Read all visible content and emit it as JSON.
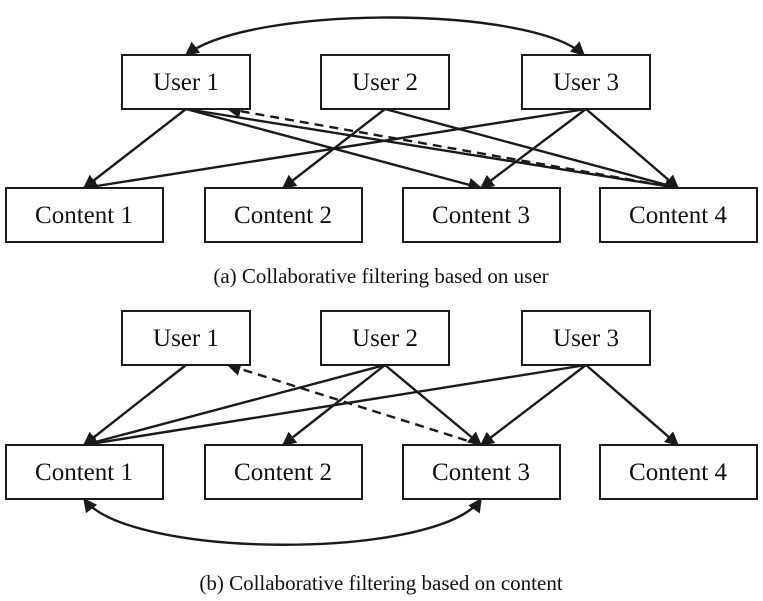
{
  "panel_a": {
    "caption": "(a) Collaborative filtering based on user",
    "users": [
      {
        "id": "u1",
        "label": "User 1"
      },
      {
        "id": "u2",
        "label": "User 2"
      },
      {
        "id": "u3",
        "label": "User 3"
      }
    ],
    "contents": [
      {
        "id": "c1",
        "label": "Content 1"
      },
      {
        "id": "c2",
        "label": "Content 2"
      },
      {
        "id": "c3",
        "label": "Content 3"
      },
      {
        "id": "c4",
        "label": "Content 4"
      }
    ],
    "edges": [
      {
        "from": "u1",
        "to": "c1",
        "style": "solid"
      },
      {
        "from": "u1",
        "to": "c3",
        "style": "solid"
      },
      {
        "from": "u1",
        "to": "c4",
        "style": "solid"
      },
      {
        "from": "u2",
        "to": "c2",
        "style": "solid"
      },
      {
        "from": "u3",
        "to": "c1",
        "style": "solid"
      },
      {
        "from": "u3",
        "to": "c3",
        "style": "solid"
      },
      {
        "from": "u3",
        "to": "c4",
        "style": "solid"
      },
      {
        "from": "u2",
        "to": "c4",
        "style": "solid"
      },
      {
        "from": "c4",
        "to": "u1",
        "style": "dashed"
      }
    ],
    "similarity_link": {
      "between": [
        "u1",
        "u3"
      ],
      "style": "curved-bidirectional"
    }
  },
  "panel_b": {
    "caption": "(b) Collaborative filtering based on content",
    "users": [
      {
        "id": "u1",
        "label": "User 1"
      },
      {
        "id": "u2",
        "label": "User 2"
      },
      {
        "id": "u3",
        "label": "User 3"
      }
    ],
    "contents": [
      {
        "id": "c1",
        "label": "Content 1"
      },
      {
        "id": "c2",
        "label": "Content 2"
      },
      {
        "id": "c3",
        "label": "Content 3"
      },
      {
        "id": "c4",
        "label": "Content 4"
      }
    ],
    "edges": [
      {
        "from": "u1",
        "to": "c1",
        "style": "solid"
      },
      {
        "from": "u2",
        "to": "c1",
        "style": "solid"
      },
      {
        "from": "u2",
        "to": "c2",
        "style": "solid"
      },
      {
        "from": "u2",
        "to": "c3",
        "style": "solid"
      },
      {
        "from": "u3",
        "to": "c1",
        "style": "solid"
      },
      {
        "from": "u3",
        "to": "c3",
        "style": "solid"
      },
      {
        "from": "u3",
        "to": "c4",
        "style": "solid"
      },
      {
        "from": "c3",
        "to": "u1",
        "style": "dashed"
      }
    ],
    "similarity_link": {
      "between": [
        "c1",
        "c3"
      ],
      "style": "curved-bidirectional"
    }
  },
  "colors": {
    "stroke": "#1a1a1a",
    "box_fill": "#ffffff",
    "text": "#111111"
  }
}
